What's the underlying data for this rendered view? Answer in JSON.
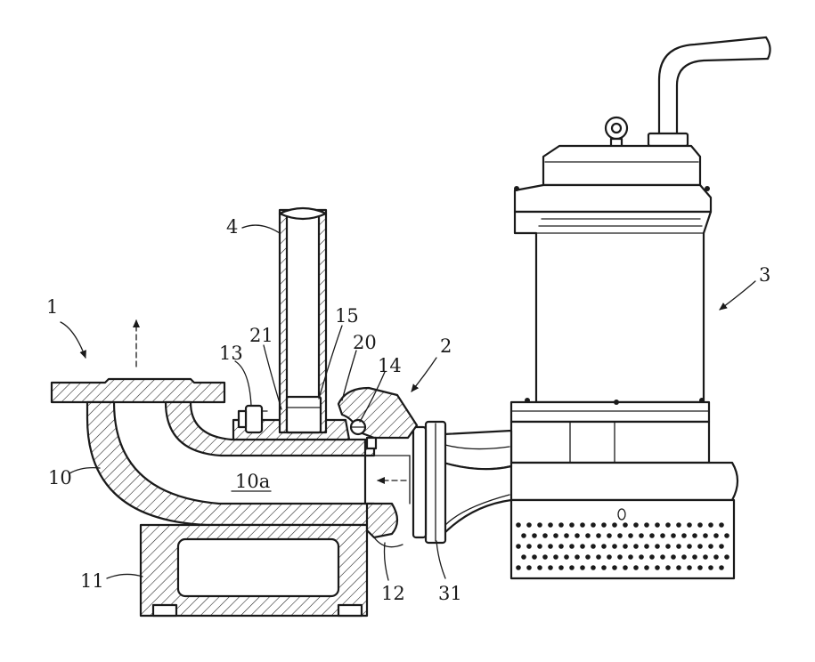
{
  "labels": {
    "l1": "1",
    "l2": "2",
    "l3": "3",
    "l4": "4",
    "l10": "10",
    "l10a": "10a",
    "l11": "11",
    "l12": "12",
    "l13": "13",
    "l14": "14",
    "l15": "15",
    "l20": "20",
    "l21": "21",
    "l31": "31"
  },
  "colors": {
    "line": "#1a1a1a",
    "background": "#ffffff"
  }
}
